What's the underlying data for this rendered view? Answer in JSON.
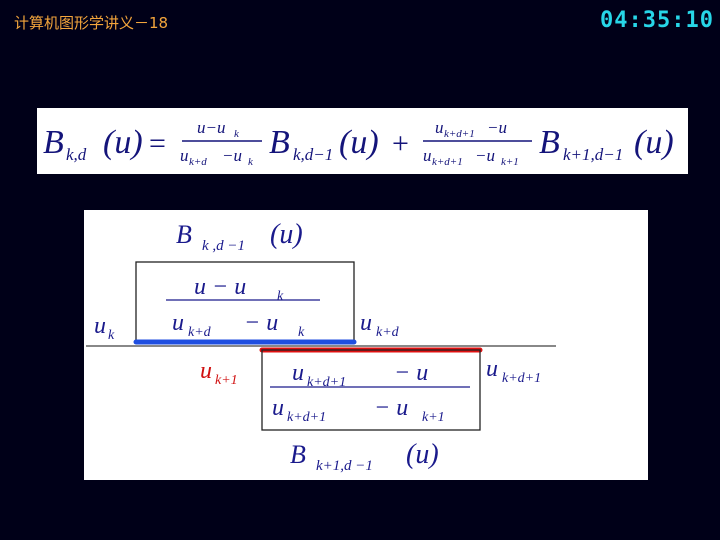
{
  "header": {
    "slide_title": "计算机图形学讲义－18",
    "clock": "04:35:10"
  },
  "formula": {
    "lhs_B": "B",
    "lhs_sub": "k,d",
    "lhs_arg": "(u)",
    "equals": "=",
    "frac1_num": "u−u",
    "frac1_num_sub": "k",
    "frac1_den_a": "u",
    "frac1_den_a_sub": "k+d",
    "frac1_den_b": "−u",
    "frac1_den_b_sub": "k",
    "term1_B": "B",
    "term1_sub": "k,d−1",
    "term1_arg": "(u)",
    "plus": "+",
    "frac2_num_a": "u",
    "frac2_num_a_sub": "k+d+1",
    "frac2_num_b": "−u",
    "frac2_den_a": "u",
    "frac2_den_a_sub": "k+d+1",
    "frac2_den_b": "−u",
    "frac2_den_b_sub": "k+1",
    "term2_B": "B",
    "term2_sub": "k+1,d−1",
    "term2_arg": "(u)"
  },
  "diagram": {
    "top_B": "B",
    "top_B_sub": "k ,d −1",
    "top_B_arg": "(u)",
    "top_frac_num": "u − u",
    "top_frac_num_sub": "k",
    "top_frac_den_a": "u",
    "top_frac_den_a_sub": "k+d",
    "top_frac_den_b": "− u",
    "top_frac_den_b_sub": "k",
    "knot_uk": "u",
    "knot_uk_sub": "k",
    "knot_ukd": "u",
    "knot_ukd_sub": "k+d",
    "knot_uk1": "u",
    "knot_uk1_sub": "k+1",
    "knot_ukd1": "u",
    "knot_ukd1_sub": "k+d+1",
    "bot_frac_num_a": "u",
    "bot_frac_num_a_sub": "k+d+1",
    "bot_frac_num_b": "− u",
    "bot_frac_den_a": "u",
    "bot_frac_den_a_sub": "k+d+1",
    "bot_frac_den_b": "− u",
    "bot_frac_den_b_sub": "k+1",
    "bottom_B": "B",
    "bottom_B_sub": "k+1,d −1",
    "bottom_B_arg": "(u)",
    "colors": {
      "text": "#1a1a8c",
      "blue_segment": "#1f4ee0",
      "red_segment": "#e01010",
      "red_text": "#d01010"
    }
  }
}
